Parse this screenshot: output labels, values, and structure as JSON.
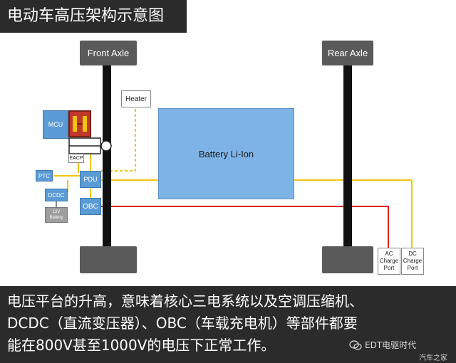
{
  "title": "电动车高压架构示意图",
  "axles": {
    "front_label": "Front Axle",
    "rear_label": "Rear Axle"
  },
  "components": {
    "heater": "Heater",
    "battery": "Battery Li-Ion",
    "mcu": "MCU",
    "eacp": "EACP",
    "ptc": "PTC",
    "pdu": "PDU",
    "dcdc": "DCDC",
    "battery_12v_line1": "12V",
    "battery_12v_line2": "Battery",
    "obc": "OBC",
    "ac_port": [
      "AC",
      "Charge",
      "Port"
    ],
    "dc_port": [
      "DC",
      "Charge",
      "Port"
    ]
  },
  "colors": {
    "hv_dc_line": "#f2c40f",
    "ac_line": "#e02020",
    "battery_fill": "#7eb3e6",
    "component_fill": "#5b9bd5",
    "motor_fill": "#c0392b"
  },
  "caption": {
    "line1": "电压平台的升高，意味着核心三电系统以及空调压缩机、",
    "line2": "DCDC（直流变压器）、OBC（车载充电机）等部件都要",
    "line3": "能在800V甚至1000V的电压下正常工作。"
  },
  "watermark": {
    "icon": "wechat-icon",
    "text": "EDT电驱时代",
    "source": "汽车之家"
  }
}
